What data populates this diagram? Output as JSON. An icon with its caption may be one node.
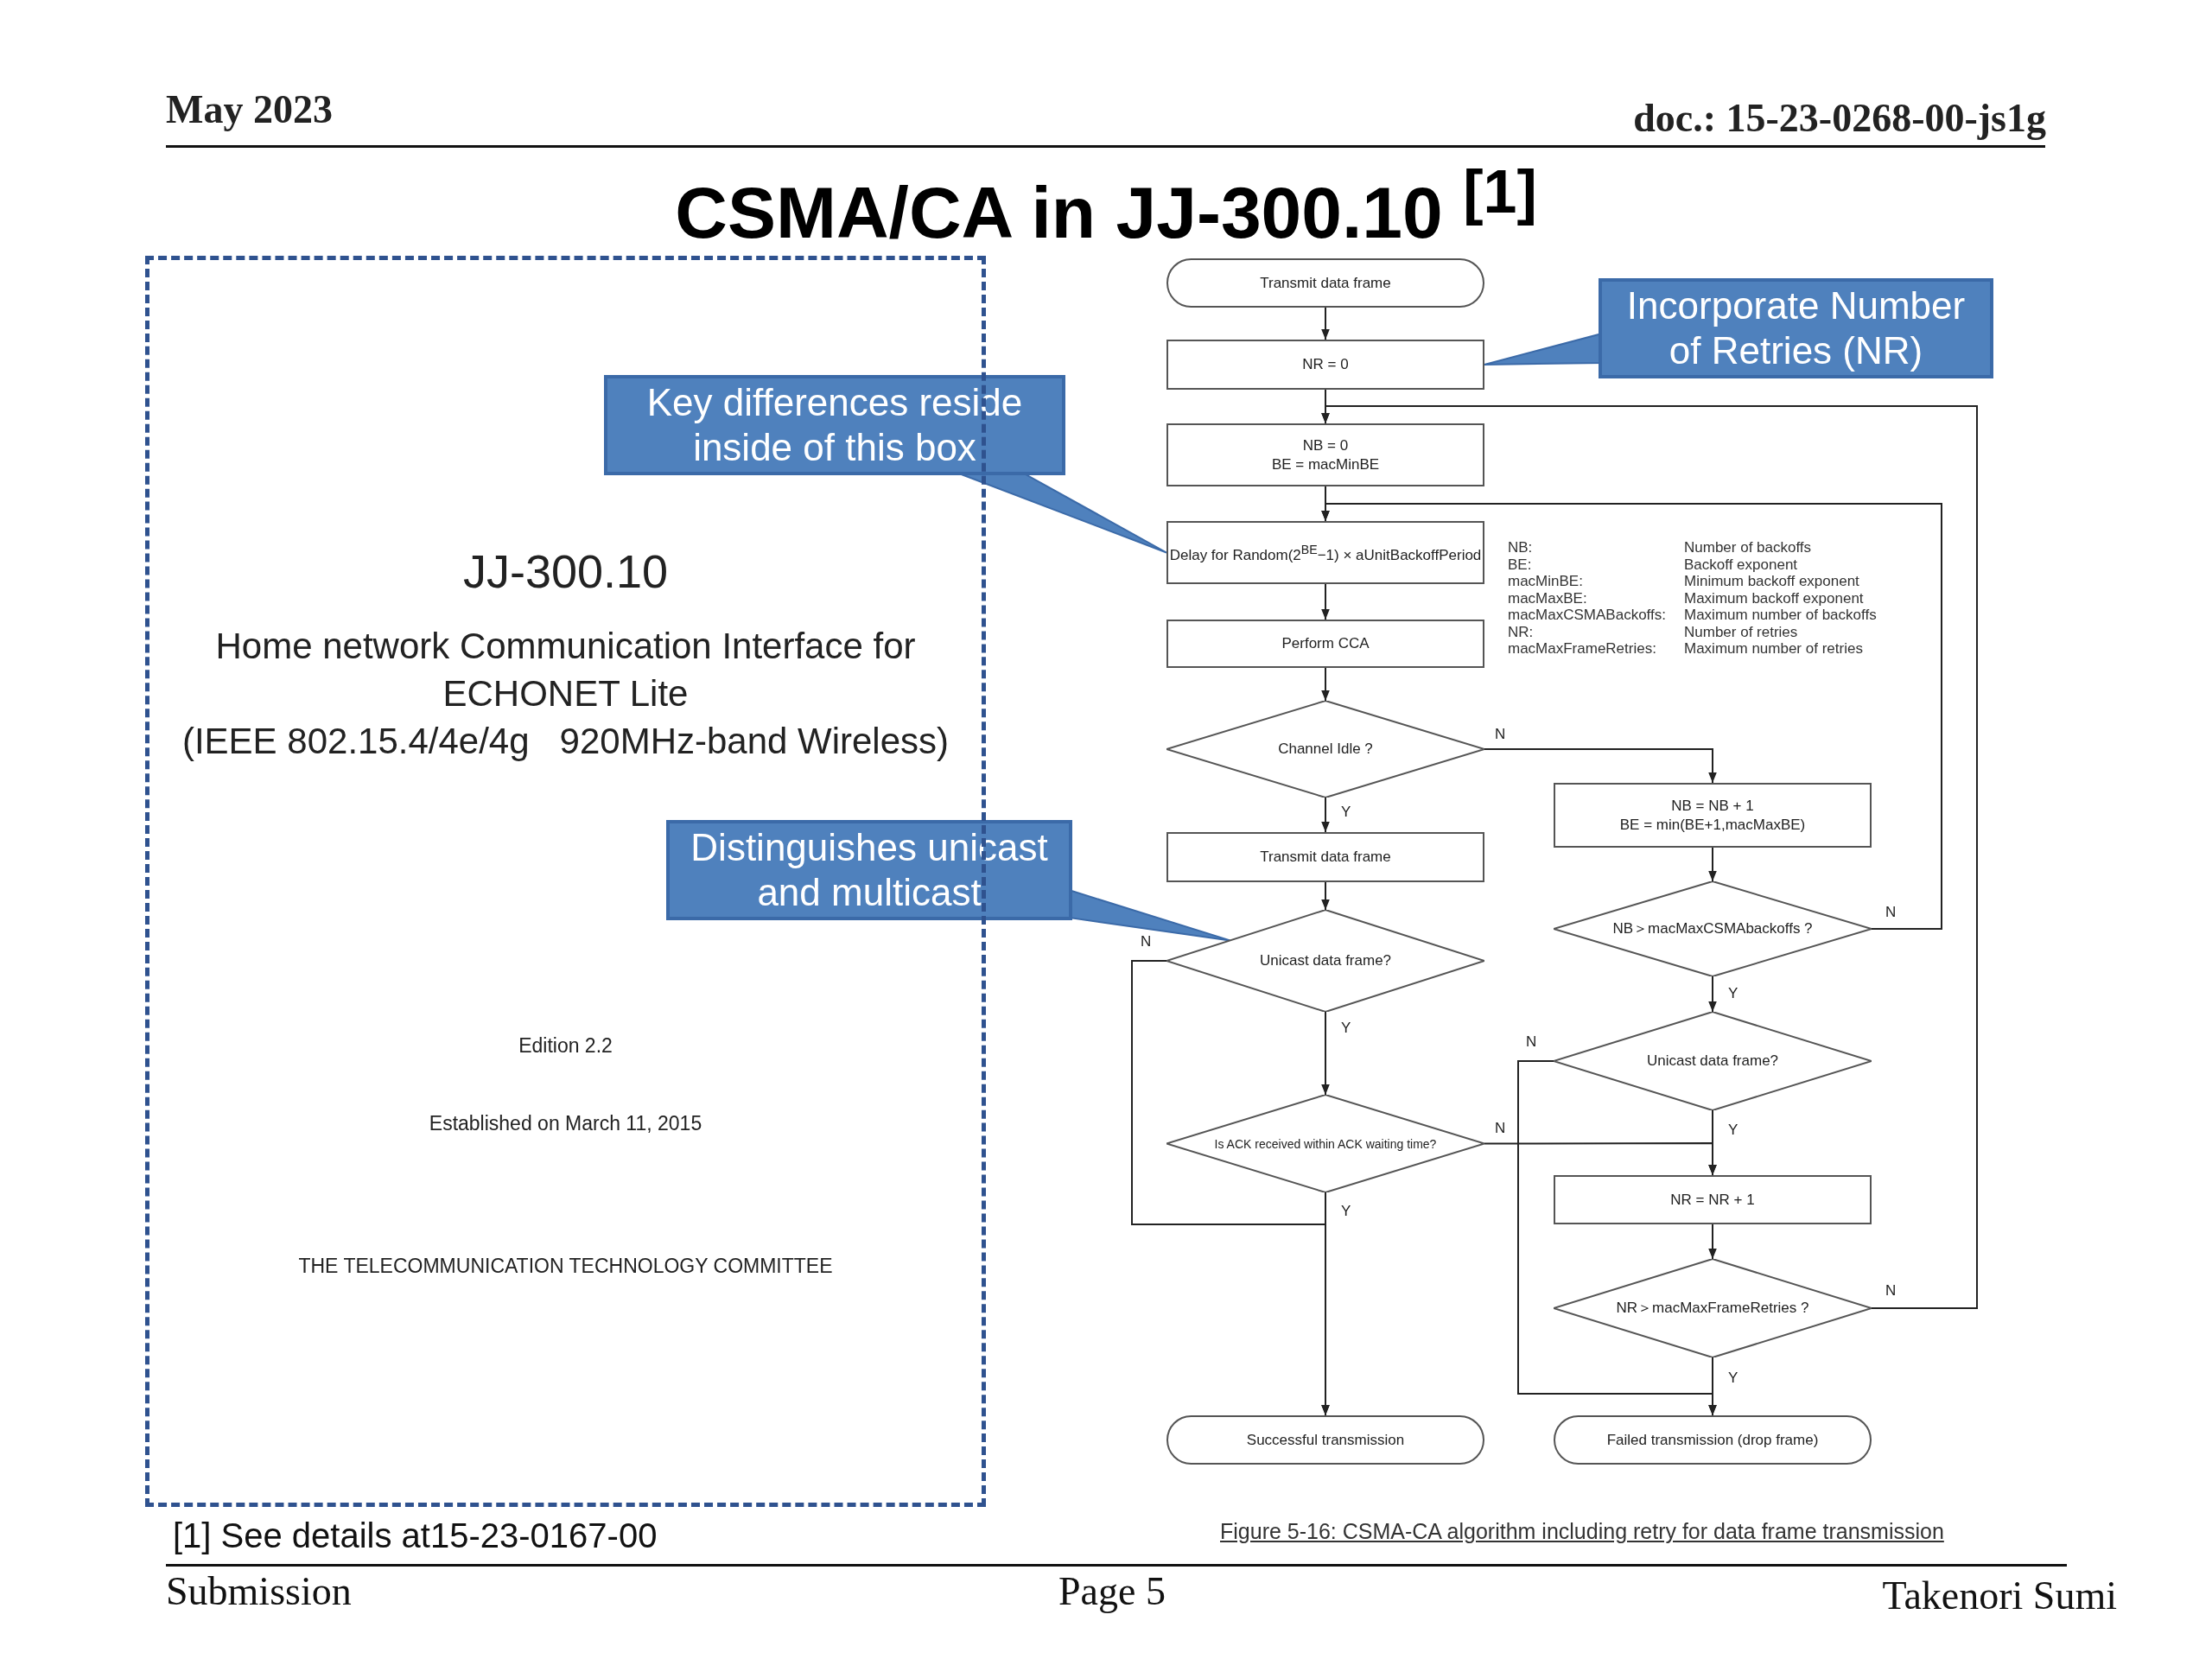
{
  "diagram": {
    "title": "CSMA/CA in JJ-300.10 $^{[1]}$",
    "caption": "Figure 5-16: CSMA-CA algorithm including retry for data frame transmission",
    "nodes": [
      {
        "text": [
          "Transmit data frame"
        ]
      },
      {
        "text": [
          "NR = 0"
        ]
      },
      {
        "text": [
          "NB = 0",
          "BE = macMinBE"
        ]
      },
      {
        "text": [
          "Delay for Random(2$^{BE}$−1) × aUnitBackoffPeriod"
        ]
      },
      {
        "text": [
          "Perform CCA"
        ]
      },
      {
        "text": [
          "Channel Idle ?"
        ]
      },
      {
        "text": [
          "Transmit data frame"
        ]
      },
      {
        "text": [
          "Unicast data frame?"
        ]
      },
      {
        "text": [
          "Is ACK received within ACK waiting time?"
        ]
      },
      {
        "text": [
          "Successful transmission"
        ]
      },
      {
        "text": [
          "NB = NB + 1",
          "BE = min(BE+1,macMaxBE)"
        ]
      },
      {
        "text": [
          "NB＞macMaxCSMAbackoffs ?"
        ]
      },
      {
        "text": [
          "Unicast data frame?"
        ]
      },
      {
        "text": [
          "NR = NR + 1"
        ]
      },
      {
        "text": [
          "NR＞macMaxFrameRetries ?"
        ]
      },
      {
        "text": [
          "Failed transmission (drop frame)"
        ]
      },
      {
        "text": [
          "Incorporate Number of Retries (NR)"
        ]
      },
      {
        "text": [
          "Key differences reside inside of this box"
        ]
      },
      {
        "text": [
          "Distinguishes unicast and multicast"
        ]
      },
      {
        "text": [
          "JJ-300.10",
          "Home network Communication Interface for ECHONET Lite",
          "(IEEE 802.15.4/4e/4g   920MHz-band Wireless)",
          "Edition 2.2",
          "Established on March 11, 2015",
          "THE TELECOMMUNICATION TECHNOLOGY COMMITTEE"
        ]
      }
    ],
    "edges": [
      {
        "from": 0,
        "to": 1,
        "arrow": "to"
      },
      {
        "from": 1,
        "to": 2,
        "arrow": "to"
      },
      {
        "from": 2,
        "to": 3,
        "arrow": "to"
      },
      {
        "from": 3,
        "to": 4,
        "arrow": "to"
      },
      {
        "from": 4,
        "to": 5,
        "arrow": "to"
      },
      {
        "from": 5,
        "to": 6,
        "arrow": "to",
        "label": "Y"
      },
      {
        "from": 5,
        "to": 10,
        "arrow": "to",
        "label": "N"
      },
      {
        "from": 6,
        "to": 7,
        "arrow": "to"
      },
      {
        "from": 7,
        "to": 8,
        "arrow": "to",
        "label": "Y"
      },
      {
        "from": 7,
        "to": 9,
        "arrow": "to",
        "label": "N"
      },
      {
        "from": 8,
        "to": 9,
        "arrow": "to",
        "label": "Y"
      },
      {
        "from": 8,
        "to": 13,
        "arrow": "to",
        "label": "N"
      },
      {
        "from": 10,
        "to": 11,
        "arrow": "to"
      },
      {
        "from": 11,
        "to": 3,
        "arrow": "to",
        "label": "N"
      },
      {
        "from": 11,
        "to": 12,
        "arrow": "to",
        "label": "Y"
      },
      {
        "from": 12,
        "to": 13,
        "arrow": "to",
        "label": "Y"
      },
      {
        "from": 12,
        "to": 15,
        "arrow": "to",
        "label": "N"
      },
      {
        "from": 13,
        "to": 14,
        "arrow": "to"
      },
      {
        "from": 14,
        "to": 2,
        "arrow": "to",
        "label": "N"
      },
      {
        "from": 14,
        "to": 15,
        "arrow": "to",
        "label": "Y"
      },
      {
        "from": 16,
        "to": 1,
        "arrow": "none"
      },
      {
        "from": 17,
        "to": 3,
        "arrow": "none"
      },
      {
        "from": 18,
        "to": 7,
        "arrow": "none"
      }
    ],
    "labels": [
      "May 2023",
      "doc.: 15-23-0268-00-js1g",
      "NB:",
      "Number of backoffs",
      "BE:",
      "Backoff exponent",
      "macMinBE:",
      "Minimum backoff exponent",
      "macMaxBE:",
      "Maximum backoff exponent",
      "macMaxCSMABackoffs:",
      "Maximum number of backoffs",
      "NR:",
      "Number of retries",
      "macMaxFrameRetries:",
      "Maximum number of retries",
      "[1] See details at15-23-0167-00",
      "Submission",
      "Page 5",
      "Takenori Sumi"
    ]
  }
}
